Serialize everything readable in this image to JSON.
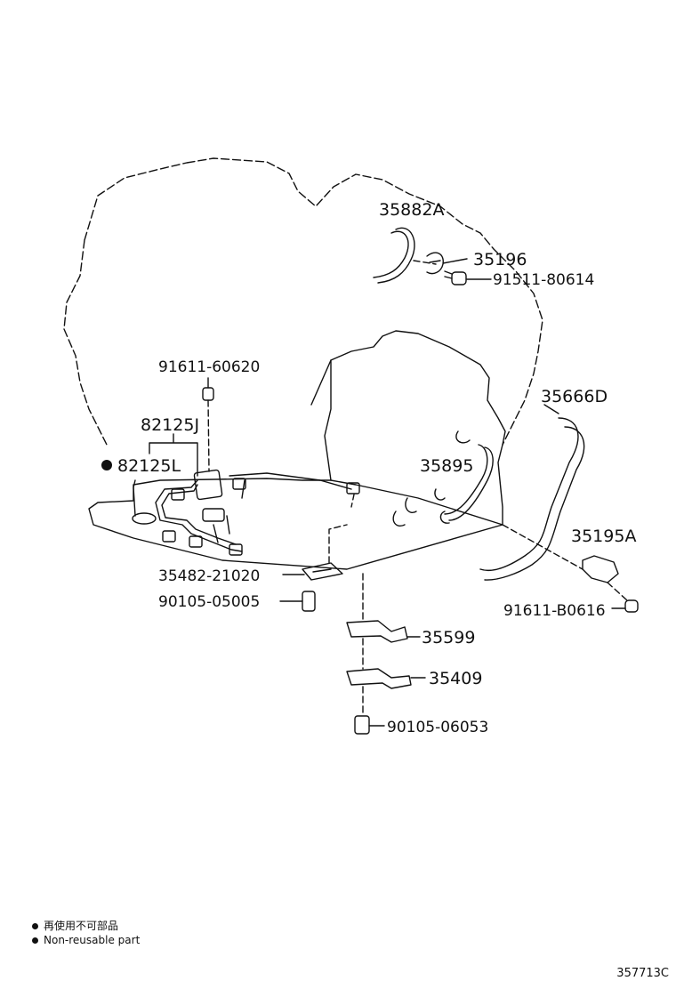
{
  "parts": {
    "p35882A": "35882A",
    "p35196": "35196",
    "p91511_80614": "91511-80614",
    "p91611_60620": "91611-60620",
    "p35666D": "35666D",
    "p82125J": "82125J",
    "p82125L": "82125L",
    "p35895": "35895",
    "p35195A": "35195A",
    "p35482_21020": "35482-21020",
    "p90105_05005": "90105-05005",
    "p91611_B0616": "91611-B0616",
    "p35599": "35599",
    "p35409": "35409",
    "p90105_06053": "90105-06053"
  },
  "legend": {
    "line1": "再使用不可部品",
    "line2": "Non-reusable part"
  },
  "diagram_ref": "357713C"
}
